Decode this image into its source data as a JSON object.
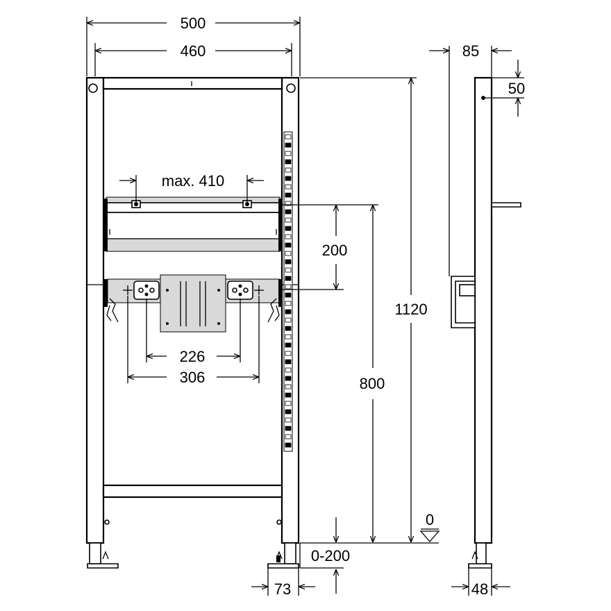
{
  "dimensions": {
    "total_width": "500",
    "inner_width": "460",
    "max_width": "max. 410",
    "height_200": "200",
    "height_1120": "1120",
    "height_800": "800",
    "spacing_226": "226",
    "spacing_306": "306",
    "floor_zero": "0",
    "adjust_range": "0-200",
    "foot_73": "73",
    "depth_85": "85",
    "offset_50": "50",
    "foot_48": "48"
  }
}
